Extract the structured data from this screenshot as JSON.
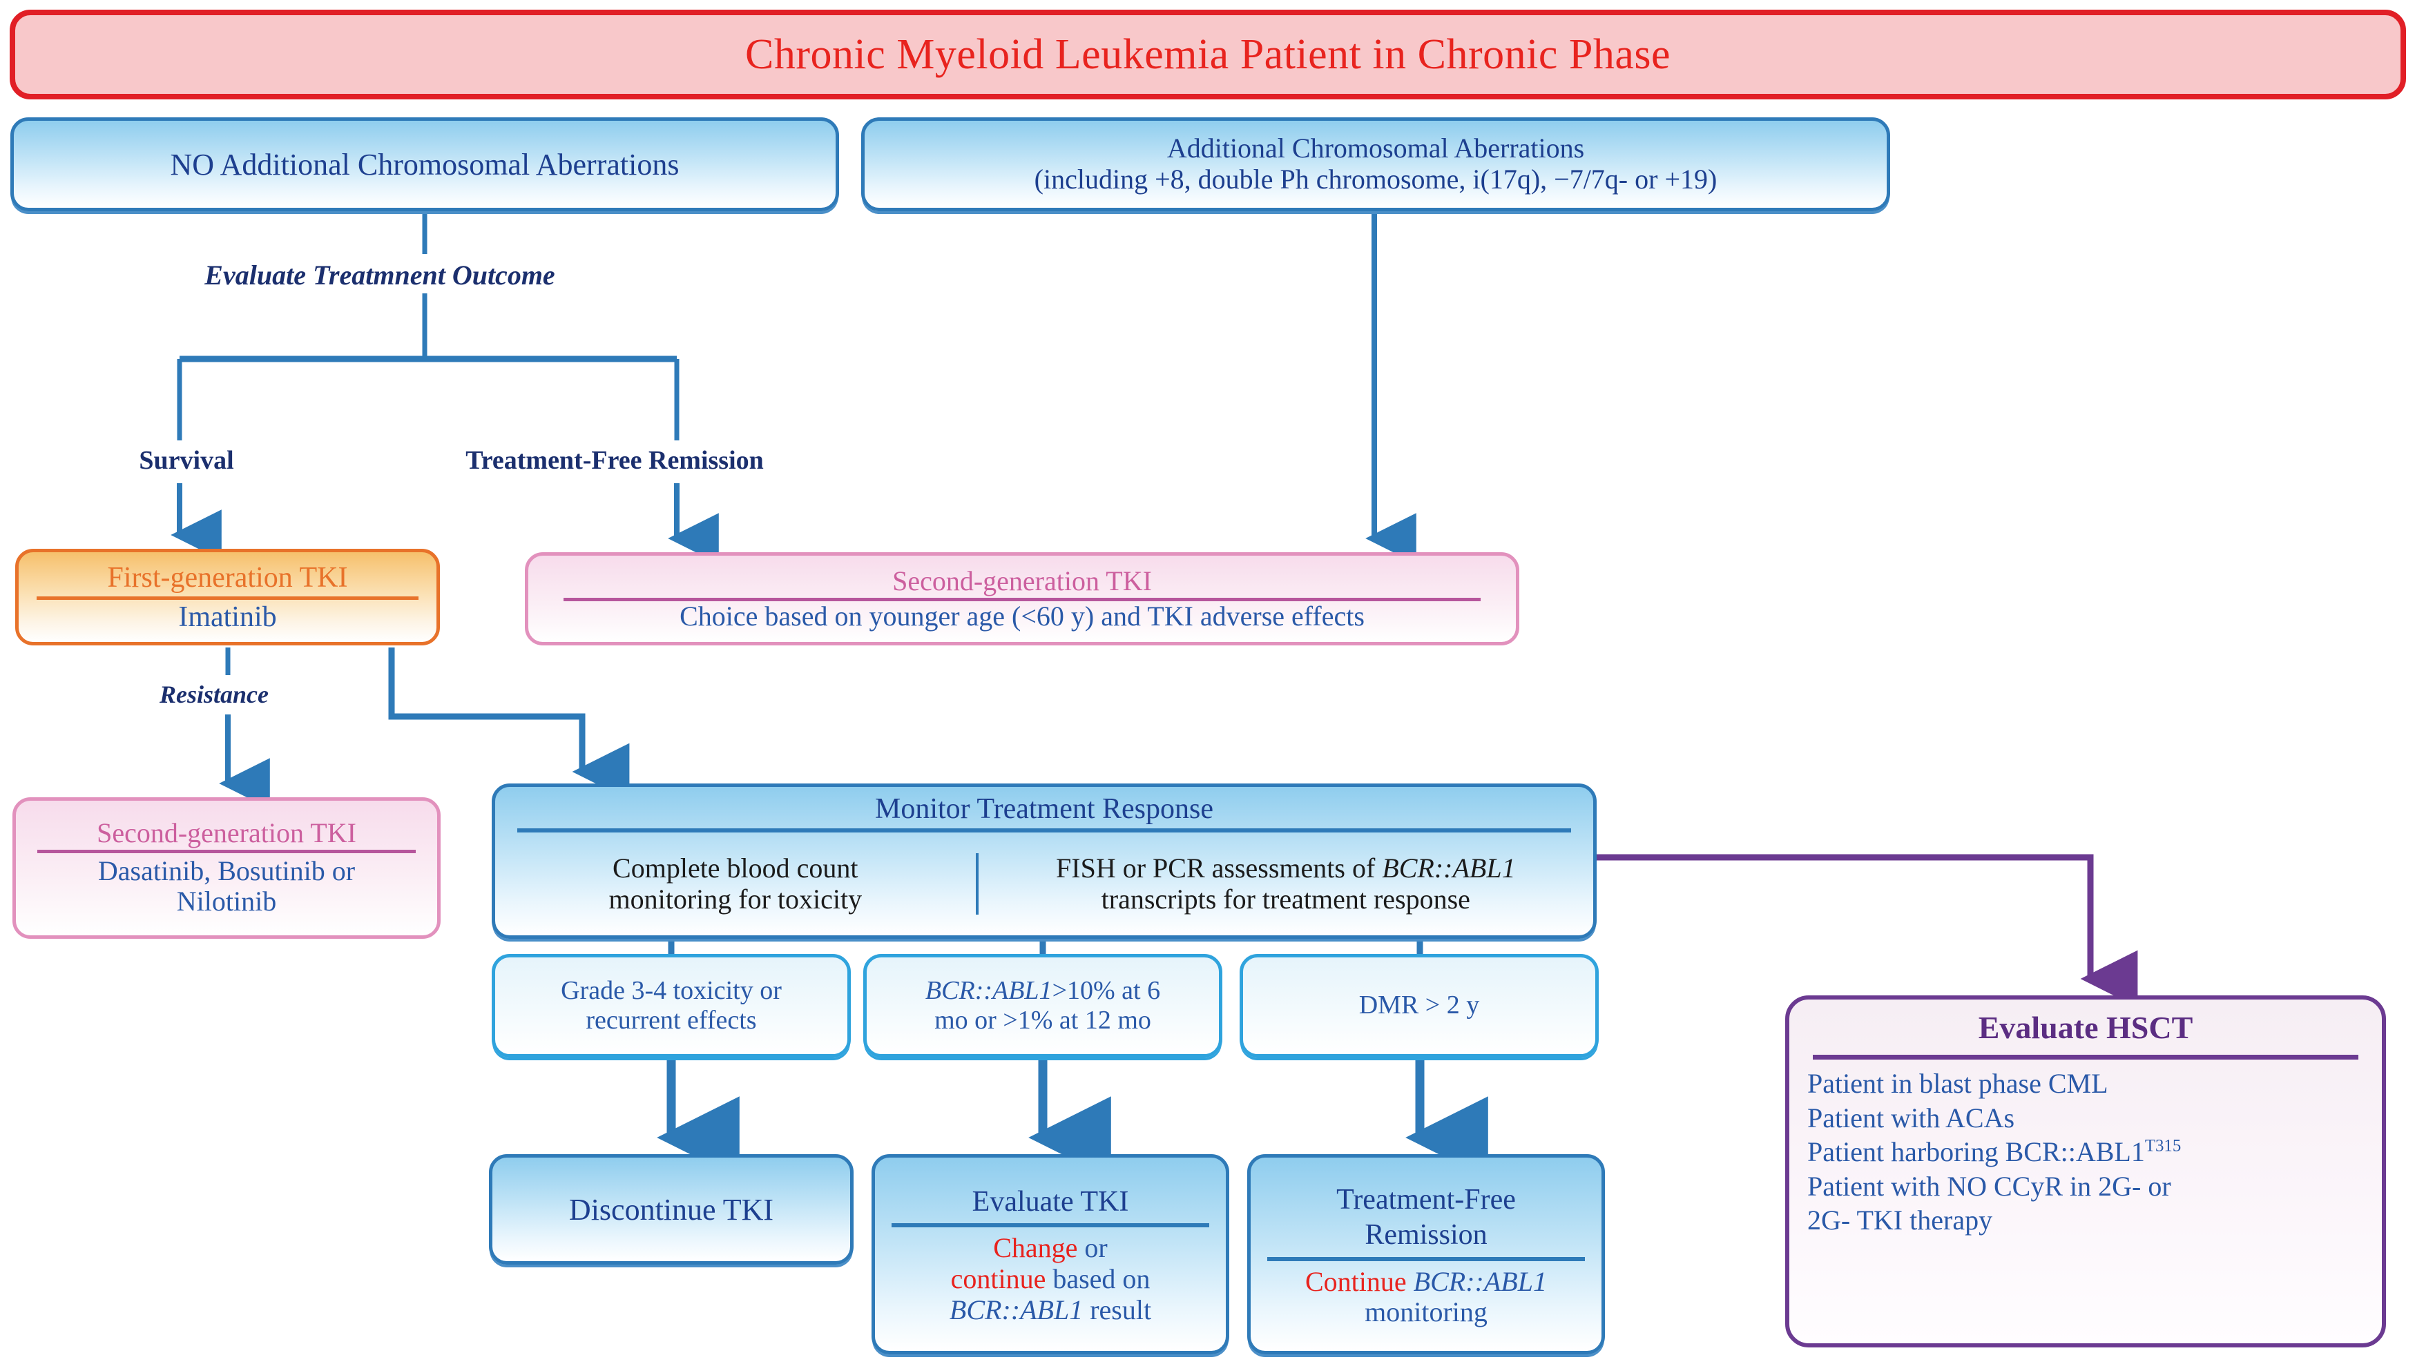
{
  "title": "Chronic Myeloid Leukemia Patient in Chronic Phase",
  "branches": {
    "no_aca": "NO Additional Chromosomal Aberrations",
    "aca_line1": "Additional Chromosomal Aberrations",
    "aca_line2": "(including +8, double Ph chromosome, i(17q), −7/7q- or +19)"
  },
  "labels": {
    "evaluate_outcome": "Evaluate Treatmnent Outcome",
    "survival": "Survival",
    "treatment_free_remission": "Treatment-Free Remission",
    "resistance": "Resistance"
  },
  "first_gen_tki": {
    "header": "First-generation TKI",
    "body": "Imatinib"
  },
  "second_gen_tki_right": {
    "header": "Second-generation TKI",
    "body": "Choice based on younger age (<60 y) and TKI adverse effects"
  },
  "second_gen_tki_left": {
    "header": "Second-generation TKI",
    "body_line1": "Dasatinib, Bosutinib or",
    "body_line2": "Nilotinib"
  },
  "monitor": {
    "header": "Monitor Treatment Response",
    "col1_line1": "Complete blood count",
    "col1_line2": "monitoring for toxicity",
    "col2_line1_pre": "FISH or PCR assessments of ",
    "col2_line1_ital": "BCR::ABL1",
    "col2_line2": "transcripts for treatment response"
  },
  "criteria": [
    {
      "line1": "Grade 3-4 toxicity or",
      "line2": "recurrent effects"
    },
    {
      "ital": "BCR::ABL1",
      "rest1": ">10% at 6",
      "line2": "mo or >1% at 12 mo"
    },
    {
      "line1": "DMR > 2 y",
      "line2": ""
    }
  ],
  "outcomes": {
    "discontinue": "Discontinue TKI",
    "evaluate_tki": {
      "header": "Evaluate TKI",
      "word_change": "Change",
      "word_or": " or",
      "word_continue": "continue",
      "after_continue": " based on",
      "ital_gene": "BCR::ABL1",
      "after_gene": " result"
    },
    "tfr": {
      "header_line1": "Treatment-Free",
      "header_line2": "Remission",
      "word_continue": "Continue",
      "ital_gene": " BCR::ABL1",
      "line2": "monitoring"
    }
  },
  "hsct": {
    "header": "Evaluate HSCT",
    "items_l1": "Patient in blast phase CML",
    "items_l2": "Patient with ACAs",
    "items_l3_pre": "Patient harboring BCR::ABL1",
    "items_l3_sup": "T315",
    "items_l4": "Patient with NO CCyR in 2G- or",
    "items_l5": "2G- TKI therapy"
  },
  "colors": {
    "title_border": "#e11f26",
    "title_fill": "#f8c8ca",
    "title_text": "#e8231e",
    "blue_border": "#2e7ab8",
    "blue_text": "#1d3f8f",
    "light_blue_border": "#2fa3dd",
    "pink_border": "#e291bd",
    "pink_text": "#cc5f9e",
    "orange_border": "#e8722a",
    "orange_text": "#e8722a",
    "purple_border": "#6b3a91",
    "purple_text": "#5b2d82",
    "link_blue": "#2e7ab8",
    "link_purple": "#6b3a91",
    "accent_red": "#e8231e"
  }
}
